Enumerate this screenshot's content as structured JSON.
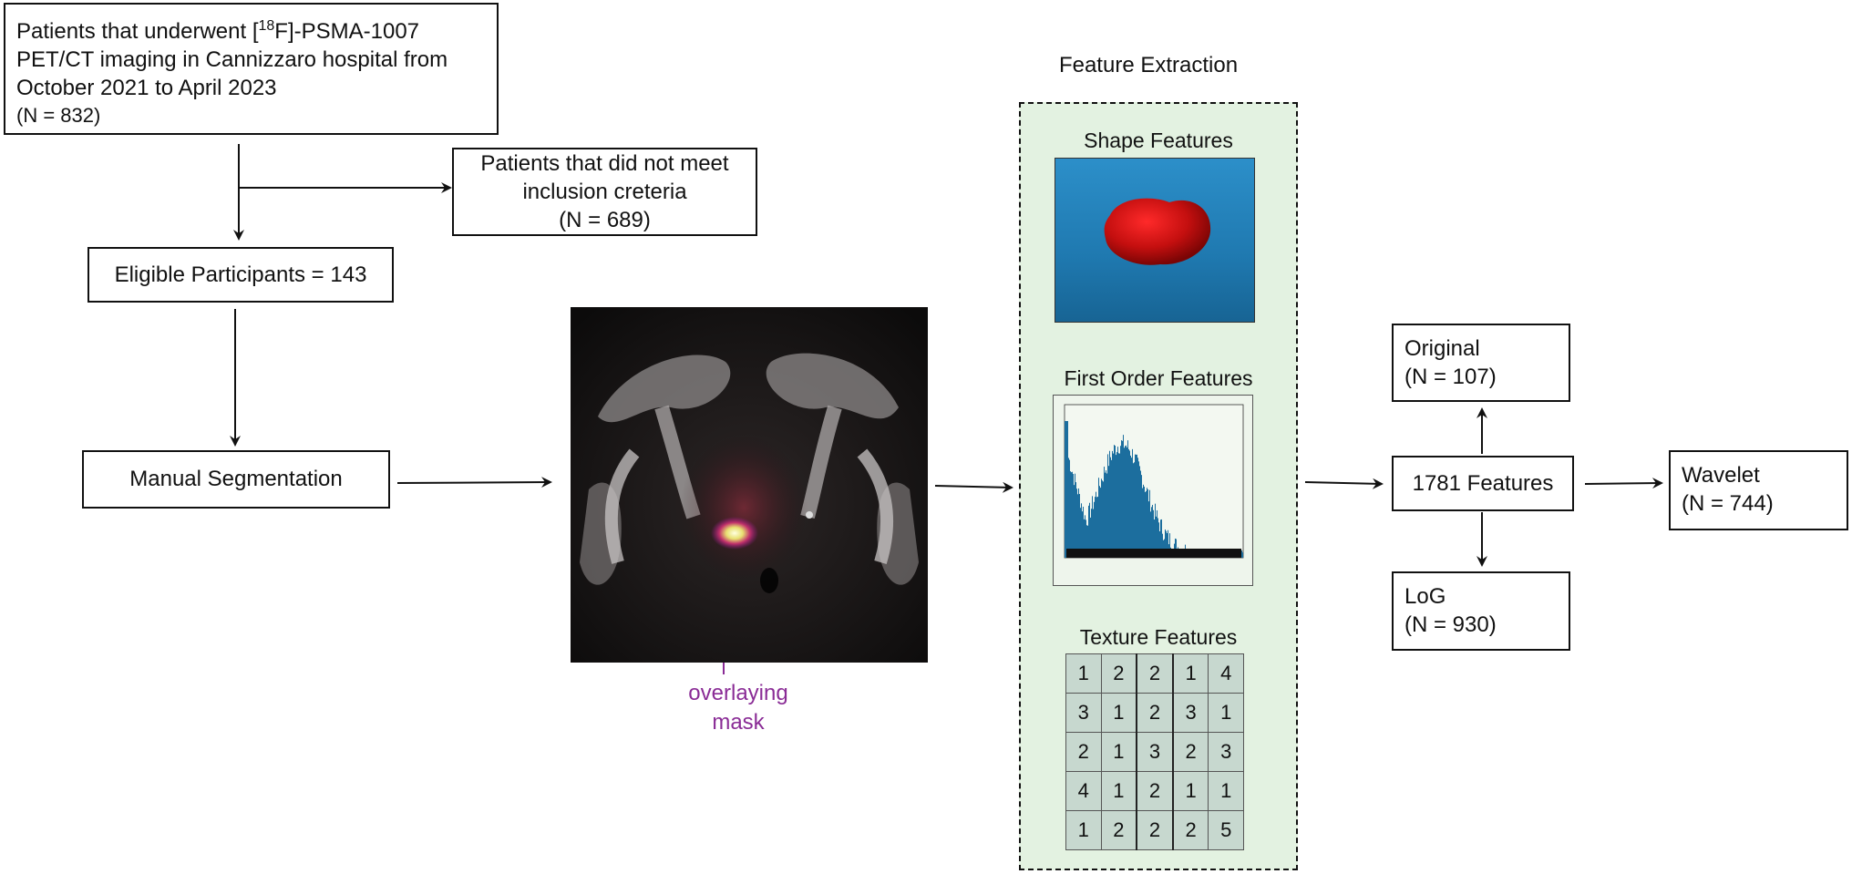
{
  "flow": {
    "start_line1_pre": "Patients that underwent [",
    "start_sup": "18",
    "start_line1_post": "F]-PSMA-1007",
    "start_line2": "PET/CT imaging in Cannizzaro hospital from",
    "start_line3": "October 2021 to April 2023",
    "start_line4": "(N = 832)",
    "excluded_line1": "Patients that did not meet",
    "excluded_line2": "inclusion creteria",
    "excluded_line3": "(N = 689)",
    "eligible": "Eligible Participants = 143",
    "segmentation": "Manual Segmentation"
  },
  "image": {
    "mask_label_line1": "overlaying",
    "mask_label_line2": "mask",
    "mask_color": "#8a2c96"
  },
  "feature_extraction": {
    "title": "Feature Extraction",
    "panel_color": "#e3f2e1",
    "shape": "Shape Features",
    "first_order": "First Order Features",
    "texture": "Texture Features",
    "texture_matrix": [
      [
        "1",
        "2",
        "2",
        "1",
        "4"
      ],
      [
        "3",
        "1",
        "2",
        "3",
        "1"
      ],
      [
        "2",
        "1",
        "3",
        "2",
        "3"
      ],
      [
        "4",
        "1",
        "2",
        "1",
        "1"
      ],
      [
        "1",
        "2",
        "2",
        "2",
        "5"
      ]
    ]
  },
  "outputs": {
    "total": "1781 Features",
    "original_name": "Original",
    "original_n": "(N = 107)",
    "log_name": "LoG",
    "log_n": "(N = 930)",
    "wavelet_name": "Wavelet",
    "wavelet_n": "(N = 744)"
  }
}
